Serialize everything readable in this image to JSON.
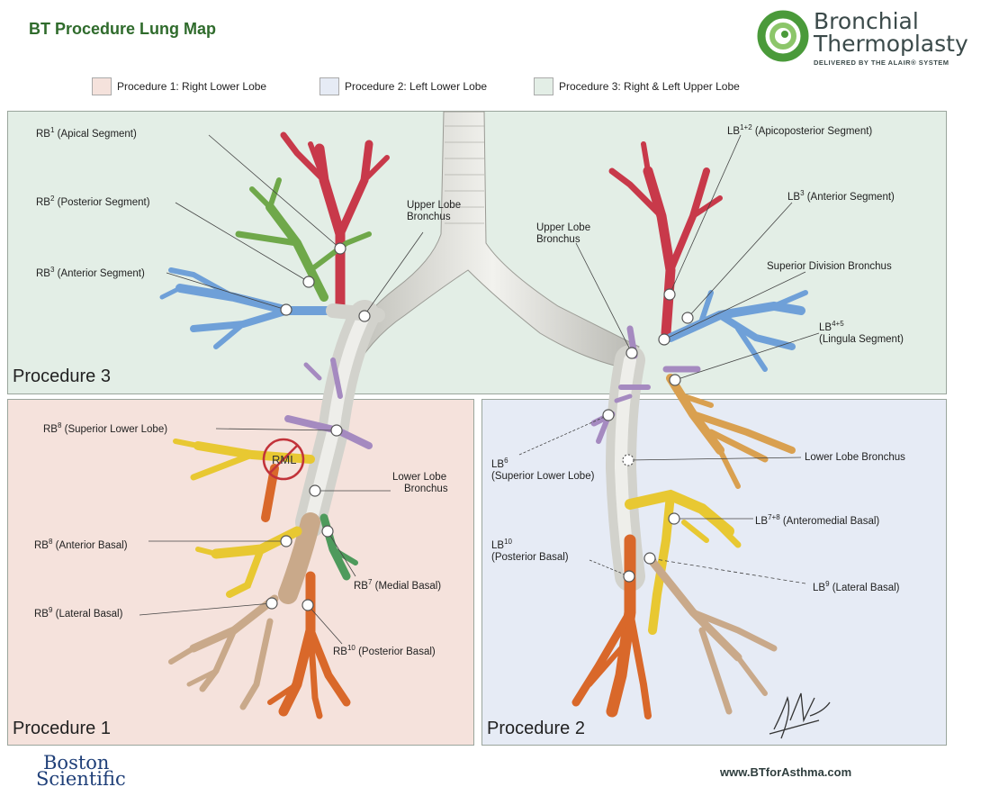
{
  "title": "BT Procedure Lung Map",
  "logo": {
    "line1": "Bronchial",
    "line2": "Thermoplasty",
    "tagline": "DELIVERED BY THE ALAIR® SYSTEM",
    "color": "#3b4a4a",
    "mark_color": "#4a9a3a"
  },
  "legend": [
    {
      "label": "Procedure 1: Right Lower Lobe",
      "color": "#f5e2dc"
    },
    {
      "label": "Procedure 2: Left Lower Lobe",
      "color": "#e6ebf5"
    },
    {
      "label": "Procedure 3: Right & Left Upper Lobe",
      "color": "#e3eee6"
    }
  ],
  "panels": {
    "p3": "Procedure 3",
    "p1": "Procedure 1",
    "p2": "Procedure 2"
  },
  "labels": {
    "rb1": {
      "name": "RB",
      "sup": "1",
      "text": " (Apical Segment)"
    },
    "rb2": {
      "name": "RB",
      "sup": "2",
      "text": " (Posterior Segment)"
    },
    "rb3": {
      "name": "RB",
      "sup": "3",
      "text": " (Anterior Segment)"
    },
    "rulb": {
      "line1": "Upper Lobe",
      "line2": "Bronchus"
    },
    "lulb": {
      "line1": "Upper Lobe",
      "line2": "Bronchus"
    },
    "lb12": {
      "name": "LB",
      "sup": "1+2",
      "text": " (Apicoposterior Segment)"
    },
    "lb3": {
      "name": "LB",
      "sup": "3",
      "text": " (Anterior Segment)"
    },
    "sdb": "Superior Division Bronchus",
    "lb45": {
      "name": "LB",
      "sup": "4+5",
      "line2": "(Lingula Segment)"
    },
    "rb6": {
      "name": "RB",
      "sup": "8",
      "text": " (Superior Lower Lobe)"
    },
    "rml": "RML",
    "rllb": {
      "line1": "Lower Lobe",
      "line2": "Bronchus"
    },
    "rb8": {
      "name": "RB",
      "sup": "8",
      "text": " (Anterior Basal)"
    },
    "rb7": {
      "name": "RB",
      "sup": "7",
      "text": " (Medial Basal)"
    },
    "rb9": {
      "name": "RB",
      "sup": "9",
      "text": " (Lateral Basal)"
    },
    "rb10": {
      "name": "RB",
      "sup": "10",
      "text": " (Posterior Basal)"
    },
    "lb6": {
      "name": "LB",
      "sup": "6",
      "line2": "(Superior Lower Lobe)"
    },
    "lllb": "Lower Lobe Bronchus",
    "lb78": {
      "name": "LB",
      "sup": "7+8",
      "text": " (Anteromedial Basal)"
    },
    "lb10": {
      "name": "LB",
      "sup": "10",
      "line2": "(Posterior Basal)"
    },
    "lb9": {
      "name": "LB",
      "sup": "9",
      "text": " (Lateral Basal)"
    }
  },
  "colors": {
    "upper_panel": "#e3eee6",
    "right_lower_panel": "#f5e2dc",
    "left_lower_panel": "#e6ebf5",
    "apical_red": "#c8394a",
    "posterior_green": "#6fa84a",
    "anterior_blue": "#6fa0d8",
    "superior_purple": "#a58ac0",
    "basal_yellow": "#e8c832",
    "basal_orange": "#d9682a",
    "basal_tan": "#c9a98a",
    "medial_green": "#4e9a5c",
    "trachea": "#d8d8d4"
  },
  "footer": {
    "company_line1": "Boston",
    "company_line2": "Scientific",
    "url": "www.BTforAsthma.com"
  }
}
